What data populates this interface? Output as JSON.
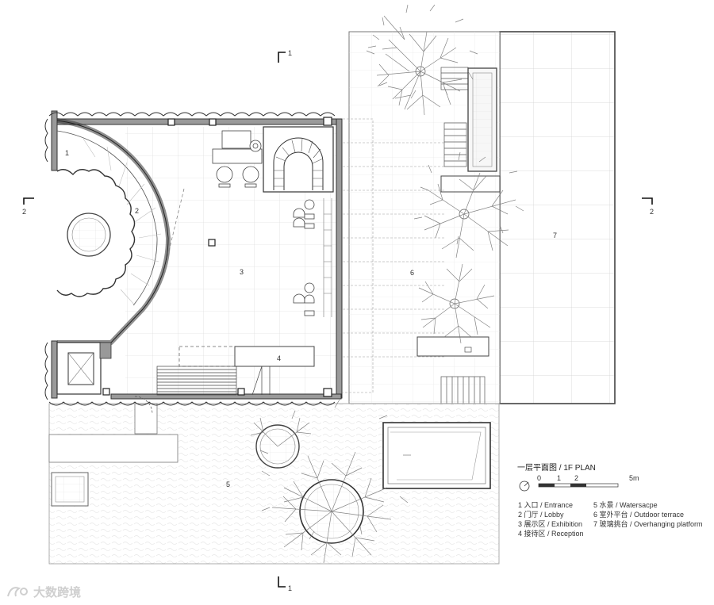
{
  "plan": {
    "title": "一层平面图 / 1F PLAN",
    "scale": {
      "ticks": [
        "0",
        "1",
        "2",
        "5m"
      ]
    },
    "section_marks": {
      "vertical": "1",
      "horizontal": "2"
    },
    "room_numbers": [
      "1",
      "2",
      "3",
      "4",
      "5",
      "6",
      "7"
    ],
    "legend": [
      "1  入口 / Entrance",
      "2  门厅 / Lobby",
      "3  展示区 / Exhibition",
      "4  接待区 / Reception",
      "5  水景 / Watersacpe",
      "6  室外平台 / Outdoor terrace",
      "7  玻璃挑台 / Overhanging platform"
    ]
  },
  "watermark": {
    "text": "大数跨境"
  }
}
